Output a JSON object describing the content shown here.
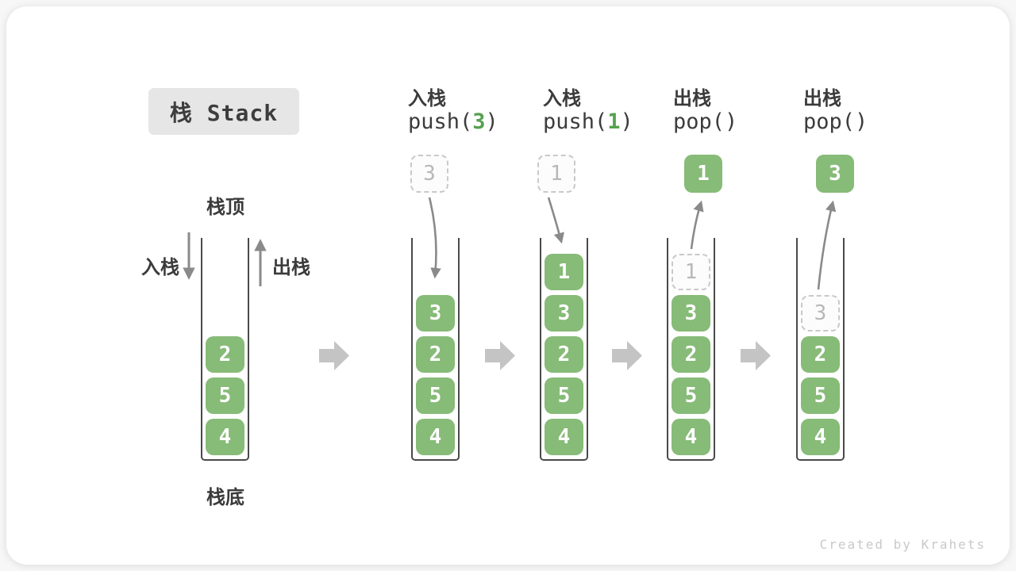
{
  "title": "栈 Stack",
  "labels": {
    "stack_top": "栈顶",
    "stack_bottom": "栈底",
    "push_side": "入栈",
    "pop_side": "出栈"
  },
  "columns": [
    {
      "op": "入栈",
      "code_prefix": "push(",
      "code_arg": "3",
      "code_suffix": ")",
      "floating": {
        "value": "3",
        "style": "dashed"
      }
    },
    {
      "op": "入栈",
      "code_prefix": "push(",
      "code_arg": "1",
      "code_suffix": ")",
      "floating": {
        "value": "1",
        "style": "dashed"
      }
    },
    {
      "op": "出栈",
      "code_prefix": "pop()",
      "code_arg": "",
      "code_suffix": "",
      "floating": {
        "value": "1",
        "style": "solid"
      }
    },
    {
      "op": "出栈",
      "code_prefix": "pop()",
      "code_arg": "",
      "code_suffix": "",
      "floating": {
        "value": "3",
        "style": "solid"
      }
    }
  ],
  "stacks": [
    {
      "cells": [
        {
          "value": "2"
        },
        {
          "value": "5"
        },
        {
          "value": "4"
        }
      ]
    },
    {
      "cells": [
        {
          "value": "3"
        },
        {
          "value": "2"
        },
        {
          "value": "5"
        },
        {
          "value": "4"
        }
      ]
    },
    {
      "cells": [
        {
          "value": "1"
        },
        {
          "value": "3"
        },
        {
          "value": "2"
        },
        {
          "value": "5"
        },
        {
          "value": "4"
        }
      ]
    },
    {
      "cells": [
        {
          "value": "1",
          "style": "dashed"
        },
        {
          "value": "3"
        },
        {
          "value": "2"
        },
        {
          "value": "5"
        },
        {
          "value": "4"
        }
      ]
    },
    {
      "cells": [
        {
          "value": "3",
          "style": "dashed"
        },
        {
          "value": "2"
        },
        {
          "value": "5"
        },
        {
          "value": "4"
        }
      ]
    }
  ],
  "watermark": "Created by Krahets",
  "colors": {
    "cell_green": "#87bb78",
    "code_green": "#56a14f",
    "arrow_gray": "#8a8a8a",
    "block_arrow_gray": "#c4c4c4",
    "dark_text": "#3b3b3b",
    "dashed_border": "#c9c9c9",
    "title_box_bg": "#e6e6e6"
  }
}
